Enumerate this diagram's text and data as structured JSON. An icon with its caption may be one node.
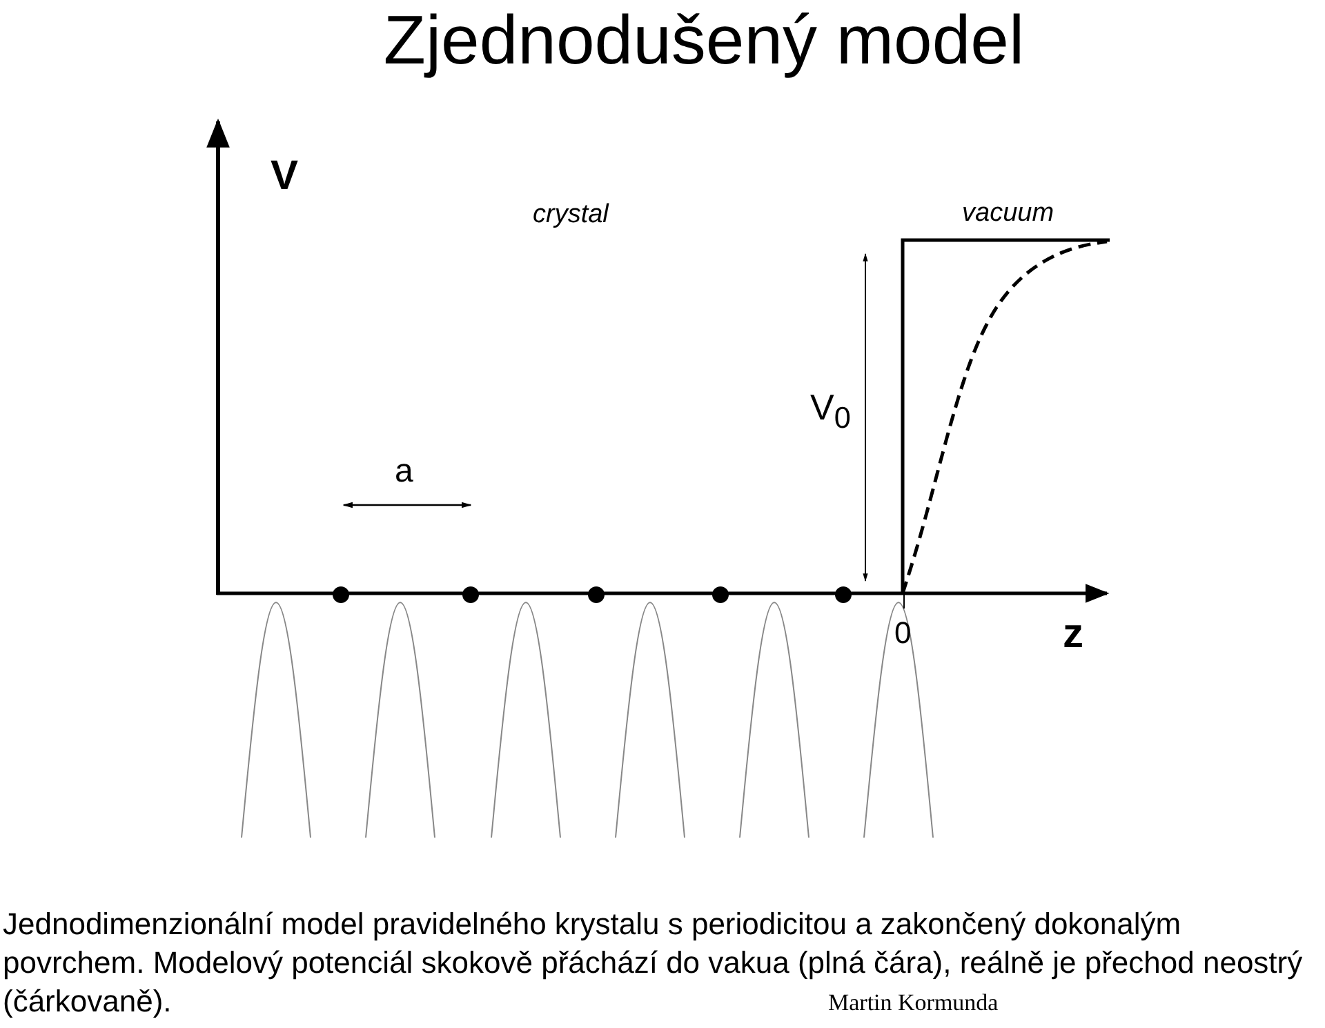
{
  "diagram": {
    "title": "Zjednodušený model",
    "caption": "Jednodimenzionální model pravidelného krystalu s periodicitou a zakončený dokonalým povrchem. Modelový potenciál skokově přáchází do vakua (plná čára), reálně je přechod neostrý (čárkovaně).",
    "labels": [
      "V",
      "crystal",
      "vacuum",
      "V$_{0}$",
      "a",
      "0",
      "z",
      "Martin Kormunda"
    ]
  }
}
